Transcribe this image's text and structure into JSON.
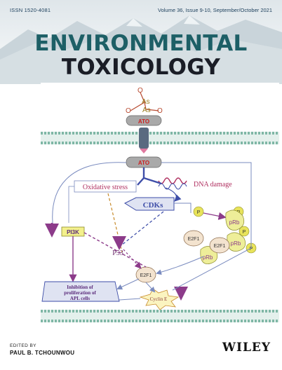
{
  "header": {
    "issn": "ISSN 1520-4081",
    "volume": "Volume 36, Issue 9-10, September/October 2021"
  },
  "title": {
    "line1": "ENVIRONMENTAL",
    "line2": "TOXICOLOGY"
  },
  "figure": {
    "molecule_atoms": [
      "O",
      "As",
      "O",
      "As",
      "O"
    ],
    "ato_top": "ATO",
    "ato_mid": "ATO",
    "oxidative_stress": "Oxidative stress",
    "dna_damage": "DNA damage",
    "cdks": "CDKs",
    "p_labels": [
      "P",
      "P",
      "P",
      "P"
    ],
    "prb_labels": [
      "pRb",
      "pRb",
      "pRb"
    ],
    "e2f1_labels": [
      "E2F1",
      "E2F1",
      "E2F1"
    ],
    "pi3k": "PI3K",
    "p53": "P53",
    "inhibition_line1": "Inhibition of",
    "inhibition_line2": "proliferation of",
    "inhibition_line3": "APL cells",
    "cyclin_e": "Cyclin E",
    "colors": {
      "membrane": "#7fb7a6",
      "ato_fill": "#a9a9a9",
      "molecule": "#b7492f",
      "pi3k_fill": "#f3f08c",
      "p_fill": "#e8e35a",
      "prb_fill": "#eeee99",
      "e2f1_fill": "#f3e3cf",
      "arrow_purple": "#8c3b8a",
      "arrow_blue": "#3e4ea8"
    }
  },
  "footer": {
    "edited_by": "EDITED BY",
    "editor": "PAUL B. TCHOUNWOU",
    "publisher": "WILEY"
  }
}
